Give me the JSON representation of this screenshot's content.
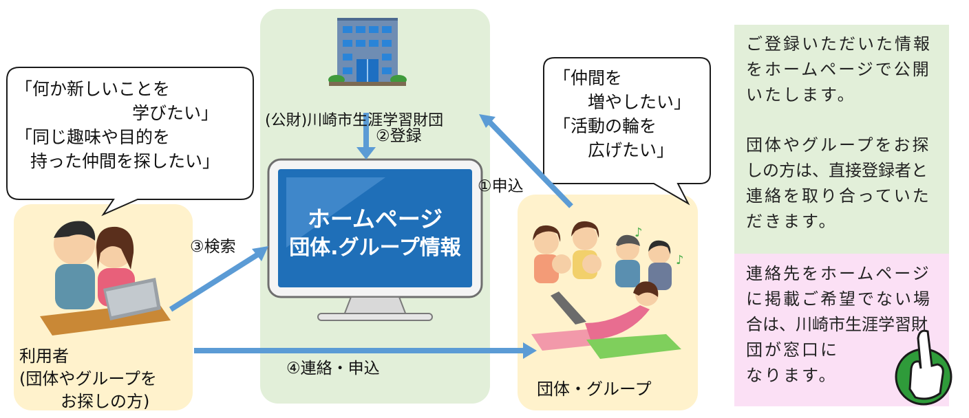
{
  "colors": {
    "panel_green": "#e2efd9",
    "panel_yellow": "#fff2cc",
    "side_green": "#e2efd9",
    "side_pink": "#fbe0f5",
    "arrow": "#5b9bd5",
    "screen_blue": "#1f6fb8"
  },
  "foundation": {
    "label": "(公財)川崎市生涯学習財団"
  },
  "screen": {
    "line1": "ホームページ",
    "line2": "団体.グループ情報"
  },
  "steps": {
    "apply": "①申込",
    "register": "②登録",
    "search": "③検索",
    "contact": "④連絡・申込"
  },
  "user": {
    "line1": "利用者",
    "line2": "(団体やグループを",
    "line3": "お探しの方)"
  },
  "group": {
    "label": "団体・グループ"
  },
  "bubble_user": {
    "l1": "「何か新しいことを",
    "l2": "学びたい」",
    "l3": "「同じ趣味や目的を",
    "l4": "持った仲間を探したい」"
  },
  "bubble_group": {
    "l1": "「仲間を",
    "l2": "増やしたい」",
    "l3": "「活動の輪を",
    "l4": "広げたい」"
  },
  "info_green": {
    "p1_l1": "ご登録いただいた情報",
    "p1_l2": "をホームページで公開",
    "p1_l3": "いたします。",
    "p2_l1": "団体やグループをお探",
    "p2_l2": "しの方は、直接登録者と",
    "p2_l3": "連絡を取り合っていた",
    "p2_l4": "だきます。"
  },
  "info_pink": {
    "l1": "連絡先をホームページ",
    "l2": "に掲載ご希望でない場",
    "l3": "合は、川崎市生涯学習財",
    "l4": "団が窓口に",
    "l5": "なります。"
  },
  "icons": [
    "office-building-icon",
    "people-at-laptop-icon",
    "group-activity-icon",
    "pointing-hand-icon"
  ]
}
